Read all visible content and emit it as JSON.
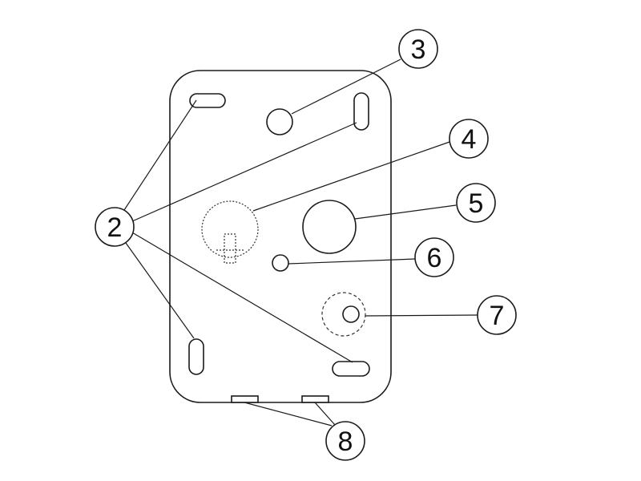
{
  "callouts": {
    "c2": "2",
    "c3": "3",
    "c4": "4",
    "c5": "5",
    "c6": "6",
    "c7": "7",
    "c8": "8"
  }
}
